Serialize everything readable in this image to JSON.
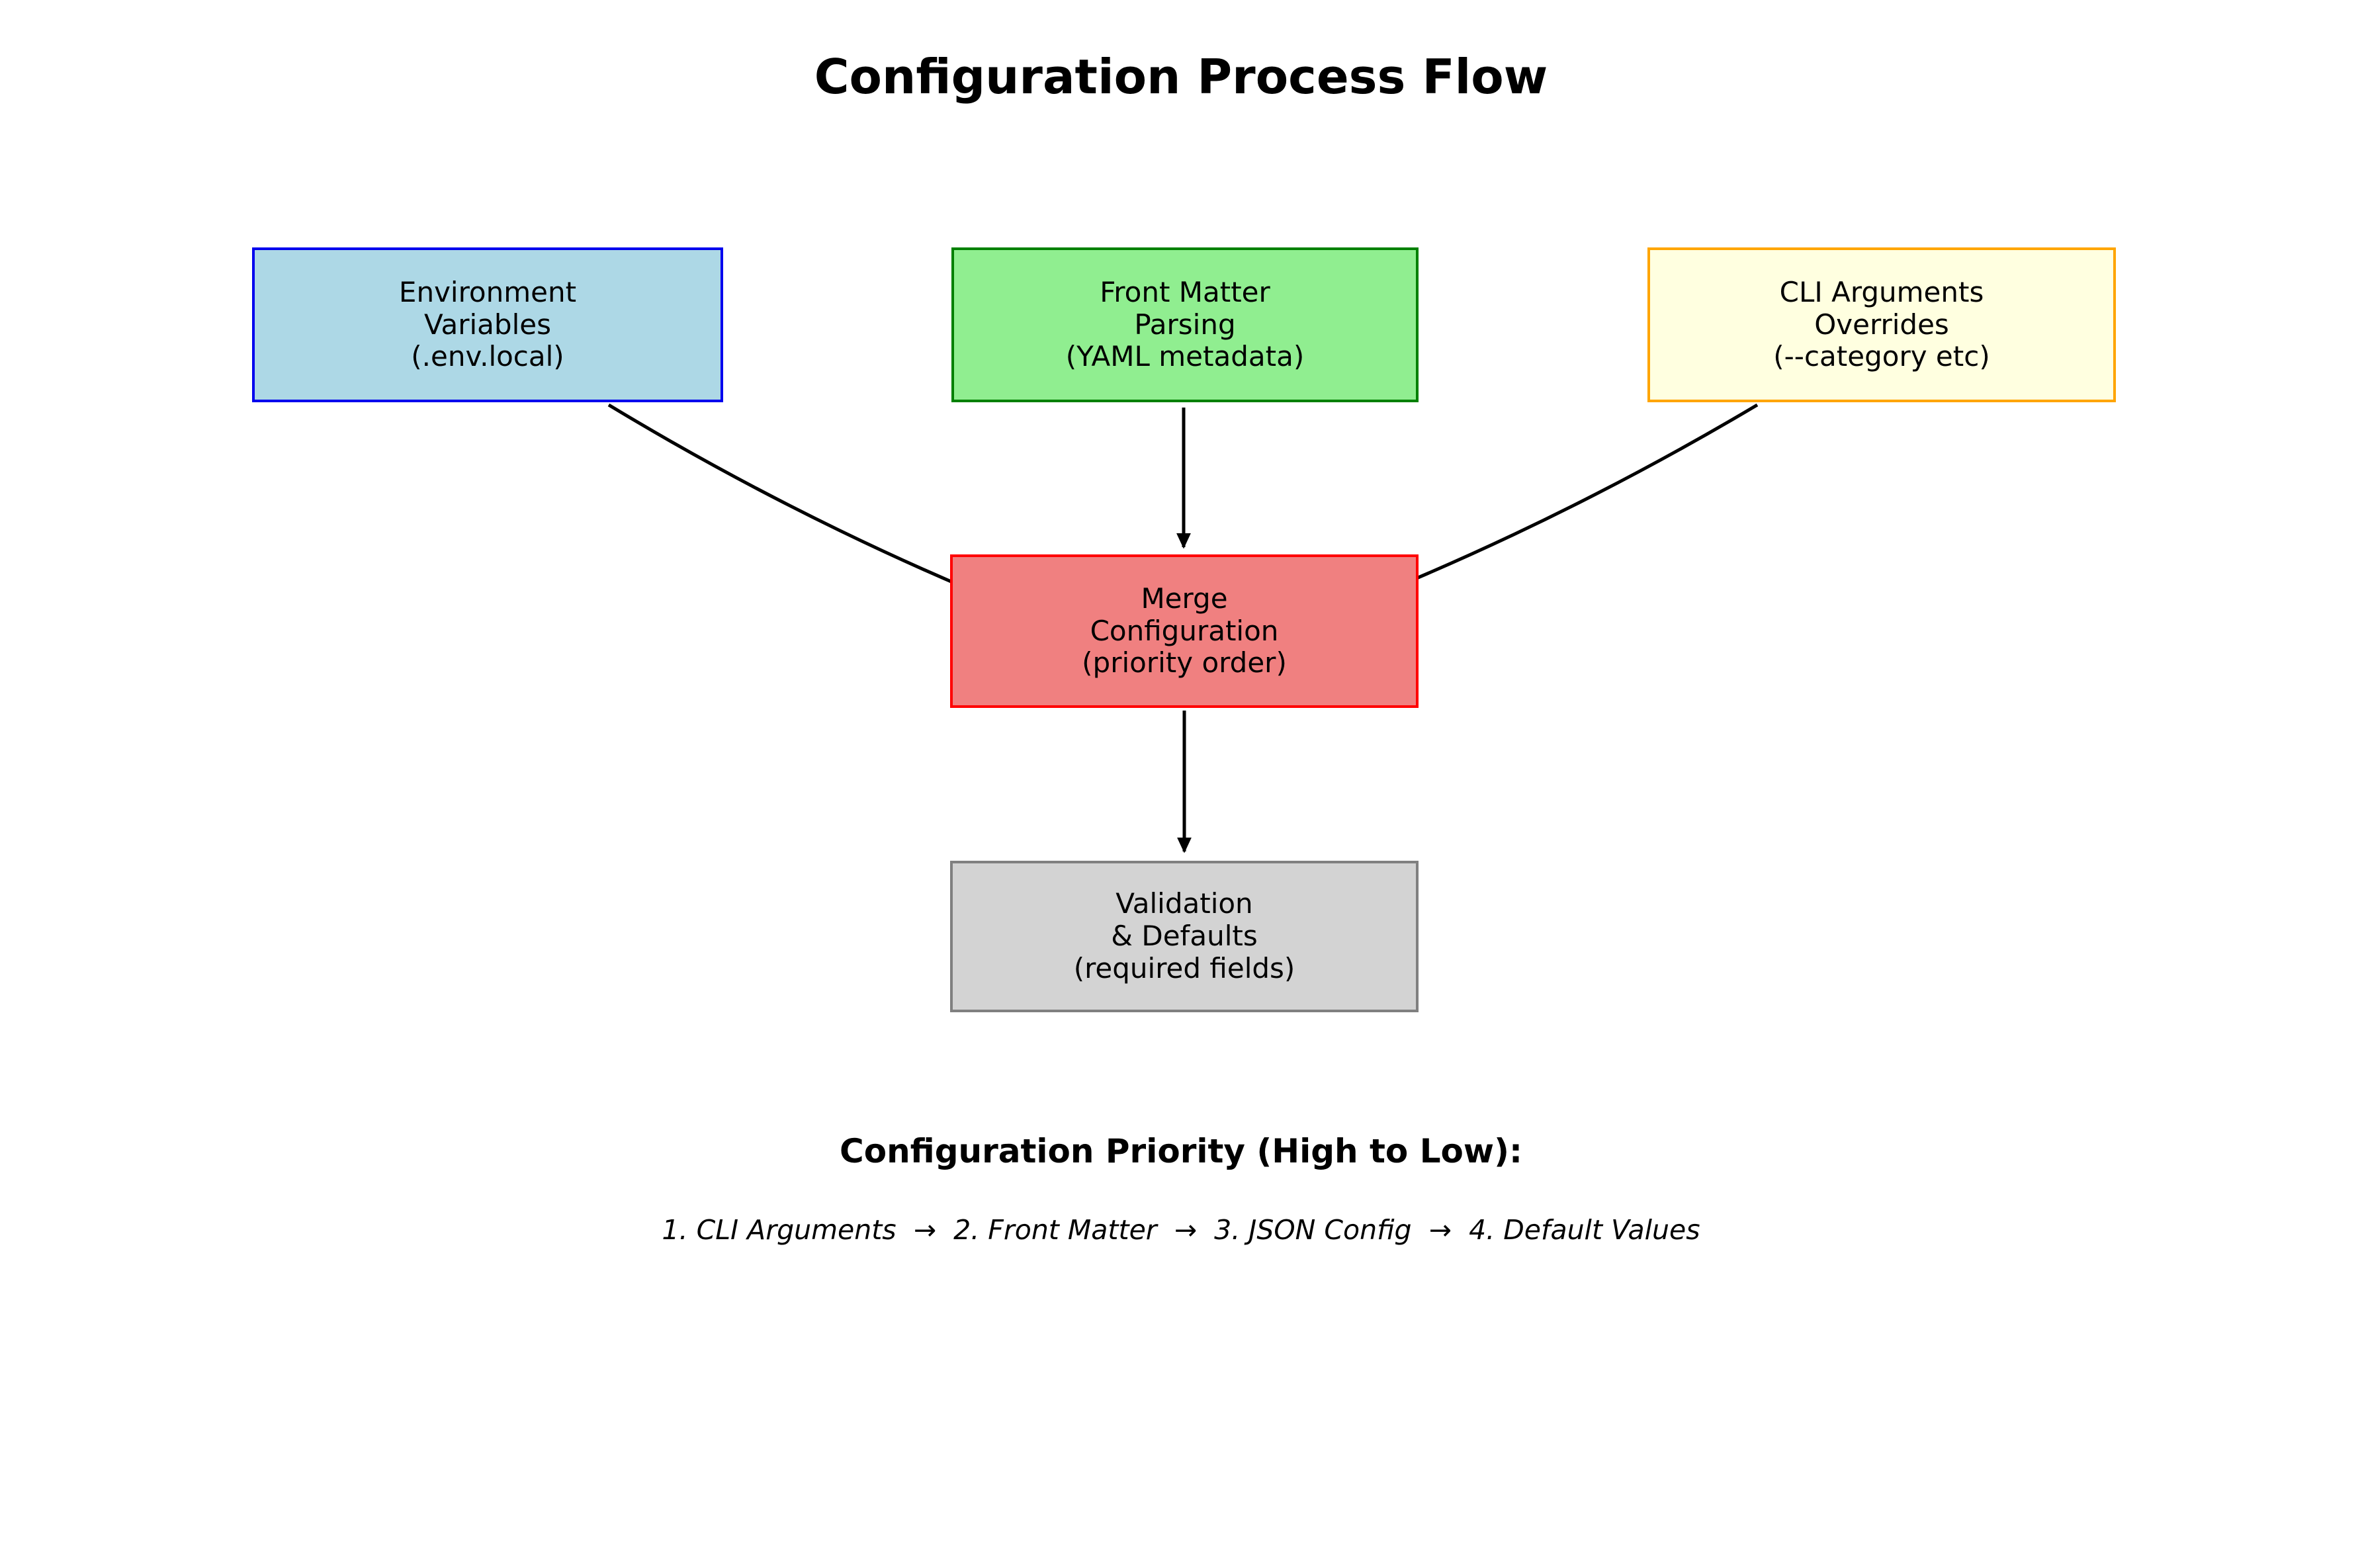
{
  "title": "Configuration Process Flow",
  "background": "#FFFFFF",
  "nodes": [
    {
      "id": "environment-variables",
      "label": "Environment\nVariables\n(.env.local)",
      "fill": "#ADD8E6",
      "border": "#0000EE"
    },
    {
      "id": "front-matter-parsing",
      "label": "Front Matter\nParsing\n(YAML metadata)",
      "fill": "#90EE90",
      "border": "#008000"
    },
    {
      "id": "cli-arguments-overrides",
      "label": "CLI Arguments\nOverrides\n(--category etc)",
      "fill": "#FFFFE0",
      "border": "#FFA500"
    },
    {
      "id": "merge-configuration",
      "label": "Merge\nConfiguration\n(priority order)",
      "fill": "#F08080",
      "border": "#FF0000"
    },
    {
      "id": "validation-defaults",
      "label": "Validation\n& Defaults\n(required fields)",
      "fill": "#D3D3D3",
      "border": "#808080"
    }
  ],
  "arrows": {
    "color": "#000000",
    "connections": [
      {
        "from": "environment-variables",
        "to": "merge-configuration"
      },
      {
        "from": "front-matter-parsing",
        "to": "merge-configuration"
      },
      {
        "from": "cli-arguments-overrides",
        "to": "merge-configuration"
      },
      {
        "from": "merge-configuration",
        "to": "validation-defaults"
      }
    ]
  },
  "priority": {
    "heading": "Configuration Priority (High to Low):",
    "sequence": "1. CLI Arguments  →  2. Front Matter  →  3. JSON Config  →  4. Default Values"
  }
}
